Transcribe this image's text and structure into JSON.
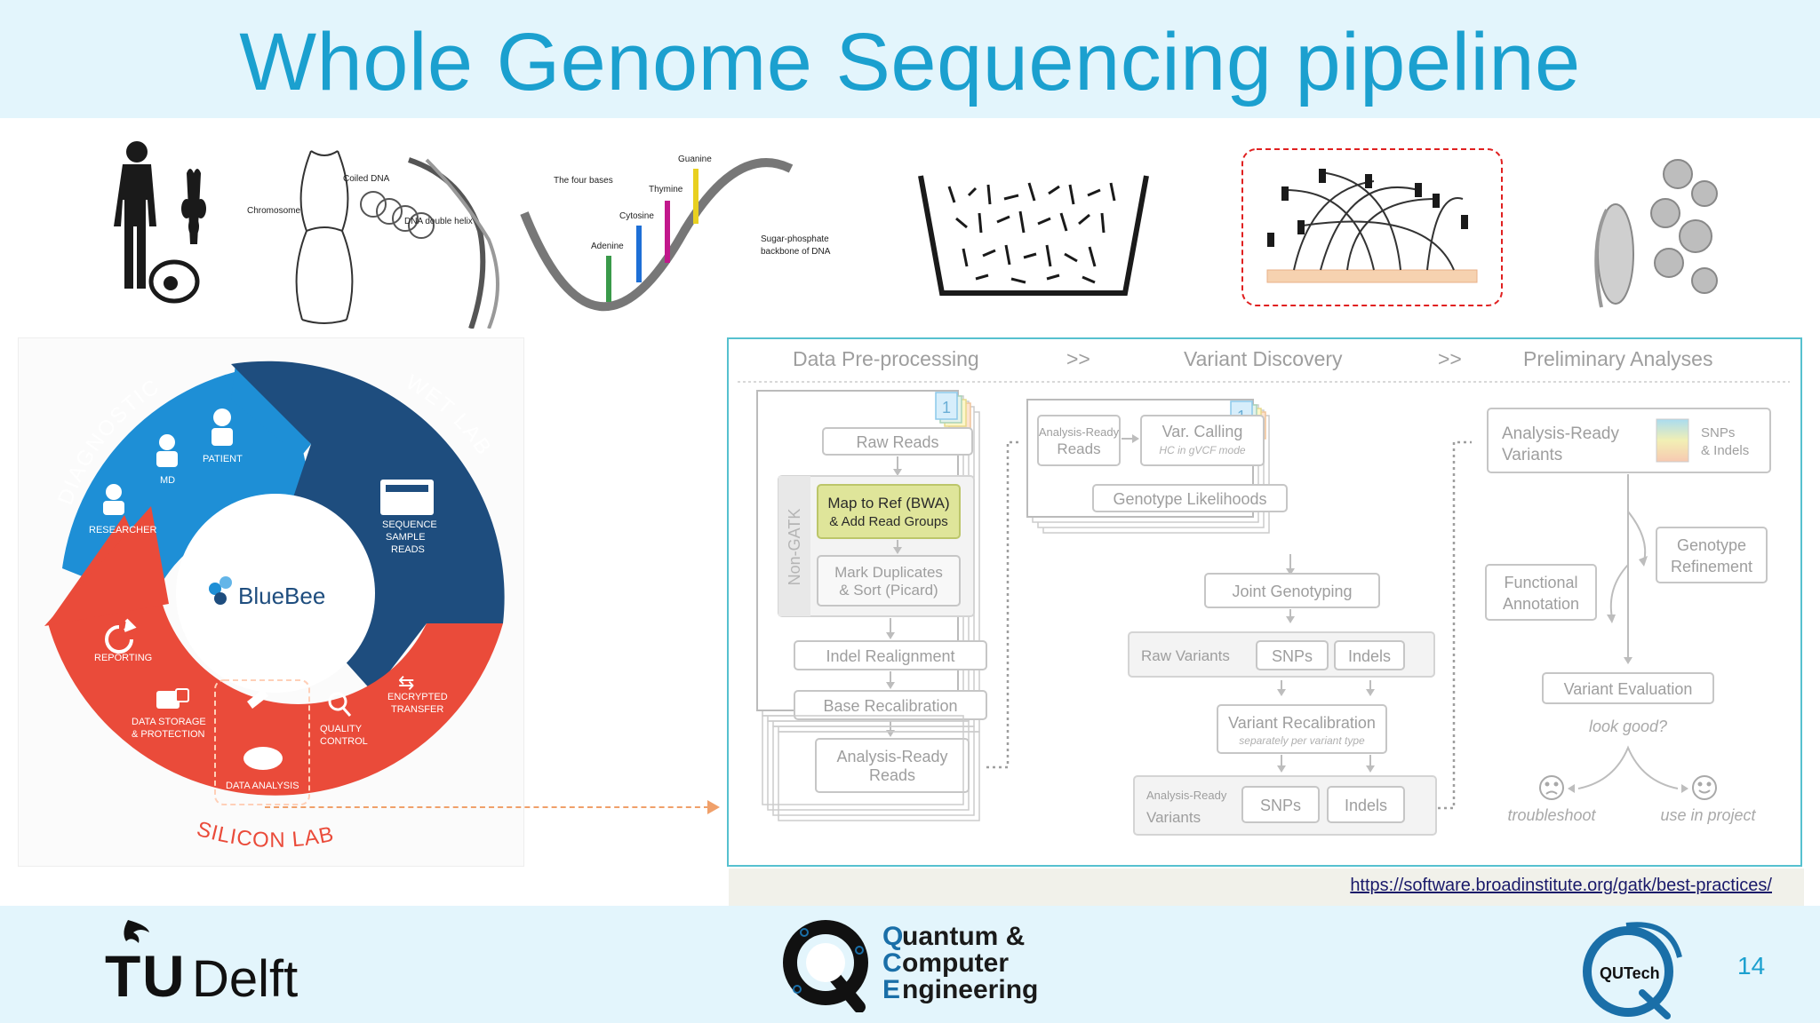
{
  "slide": {
    "title": "Whole Genome Sequencing pipeline",
    "page_number": "14",
    "source_url": "https://software.broadinstitute.org/gatk/best-practices/"
  },
  "dna_figure": {
    "chromosome": "Chromosome",
    "coiled_dna": "Coiled DNA",
    "double_helix": "DNA double helix",
    "four_bases": "The four bases",
    "guanine": "Guanine",
    "thymine": "Thymine",
    "cytosine": "Cytosine",
    "adenine": "Adenine",
    "backbone_line1": "Sugar-phosphate",
    "backbone_line2": "backbone of DNA"
  },
  "cycle": {
    "brand": "BlueBee",
    "arc_diagnostics": "DIAGNOSTICS",
    "arc_wet_lab": "WET LAB",
    "arc_silicon_lab": "SILICON LAB",
    "patient": "PATIENT",
    "md": "MD",
    "researcher": "RESEARCHER",
    "sequence_line1": "SEQUENCE",
    "sequence_line2": "SAMPLE",
    "sequence_line3": "READS",
    "encrypted_line1": "ENCRYPTED",
    "encrypted_line2": "TRANSFER",
    "quality_line1": "QUALITY",
    "quality_line2": "CONTROL",
    "data_analysis": "DATA ANALYSIS",
    "storage_line1": "DATA STORAGE",
    "storage_line2": "& PROTECTION",
    "reporting": "REPORTING"
  },
  "gatk": {
    "phases": {
      "preprocessing": "Data Pre-processing",
      "discovery": "Variant Discovery",
      "preliminary": "Preliminary Analyses",
      "separator": ">>"
    },
    "pre": {
      "stack_count": "1",
      "raw_reads": "Raw Reads",
      "non_gatk": "Non-GATK",
      "map_line1": "Map to Ref (BWA)",
      "map_line2": "& Add Read Groups",
      "mark_line1": "Mark Duplicates",
      "mark_line2": "& Sort (Picard)",
      "indel_realignment": "Indel Realignment",
      "base_recalibration": "Base Recalibration",
      "ar_reads_line1": "Analysis-Ready",
      "ar_reads_line2": "Reads"
    },
    "disc": {
      "stack_count": "1",
      "ar_reads_line1": "Analysis-Ready",
      "ar_reads_line2": "Reads",
      "var_calling": "Var. Calling",
      "var_calling_sub": "HC in gVCF mode",
      "genotype_likelihoods": "Genotype Likelihoods",
      "joint_genotyping": "Joint Genotyping",
      "raw_variants": "Raw Variants",
      "snps": "SNPs",
      "indels": "Indels",
      "variant_recalibration": "Variant Recalibration",
      "variant_recalibration_sub": "separately per variant type",
      "ar_variants_line1": "Analysis-Ready",
      "ar_variants_line2": "Variants",
      "final_snps": "SNPs",
      "final_indels": "Indels"
    },
    "prelim": {
      "ar_variants_line1": "Analysis-Ready",
      "ar_variants_line2": "Variants",
      "snps_line1": "SNPs",
      "snps_line2": "& Indels",
      "genotype_line1": "Genotype",
      "genotype_line2": "Refinement",
      "functional_line1": "Functional",
      "functional_line2": "Annotation",
      "variant_evaluation": "Variant Evaluation",
      "look_good": "look good?",
      "troubleshoot": "troubleshoot",
      "use_in_project": "use in project"
    }
  },
  "footer": {
    "tu_delft_letter": "T",
    "tu_delft_u": "U",
    "tu_delft_word": "Delft",
    "qce_q": "Q",
    "qce_c": "C",
    "qce_e": "E",
    "qce_line1": "uantum &",
    "qce_line2": "omputer",
    "qce_line3": "ngineering",
    "qutech": "QUTech"
  },
  "colors": {
    "accent": "#1ba0cf",
    "diagnostics": "#1e8fd6",
    "wet_lab": "#1e4d7e",
    "silicon_lab": "#ea4b3a",
    "gatk_frame": "#56c1cf",
    "highlight_step": "#dfe59a"
  }
}
